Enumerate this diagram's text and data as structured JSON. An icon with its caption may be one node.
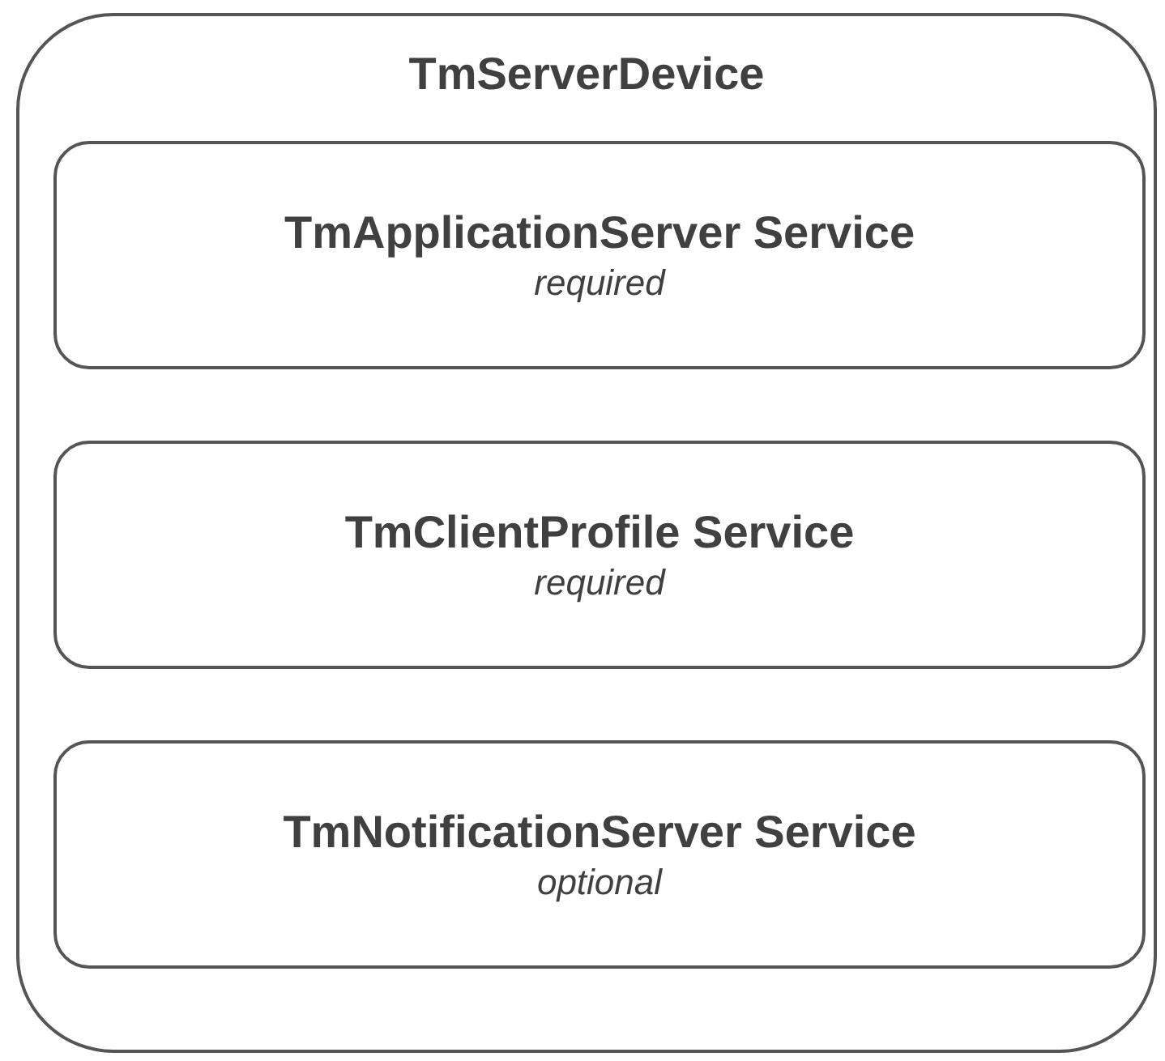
{
  "diagram": {
    "nodes": [
      {
        "text": [
          "TmServerDevice"
        ]
      },
      {
        "text": [
          "TmApplicationServer Service",
          "required"
        ],
        "in": 0
      },
      {
        "text": [
          "TmClientProfile Service",
          "required"
        ],
        "in": 0
      },
      {
        "text": [
          "TmNotificationServer Service",
          "optional"
        ],
        "in": 0
      }
    ]
  }
}
